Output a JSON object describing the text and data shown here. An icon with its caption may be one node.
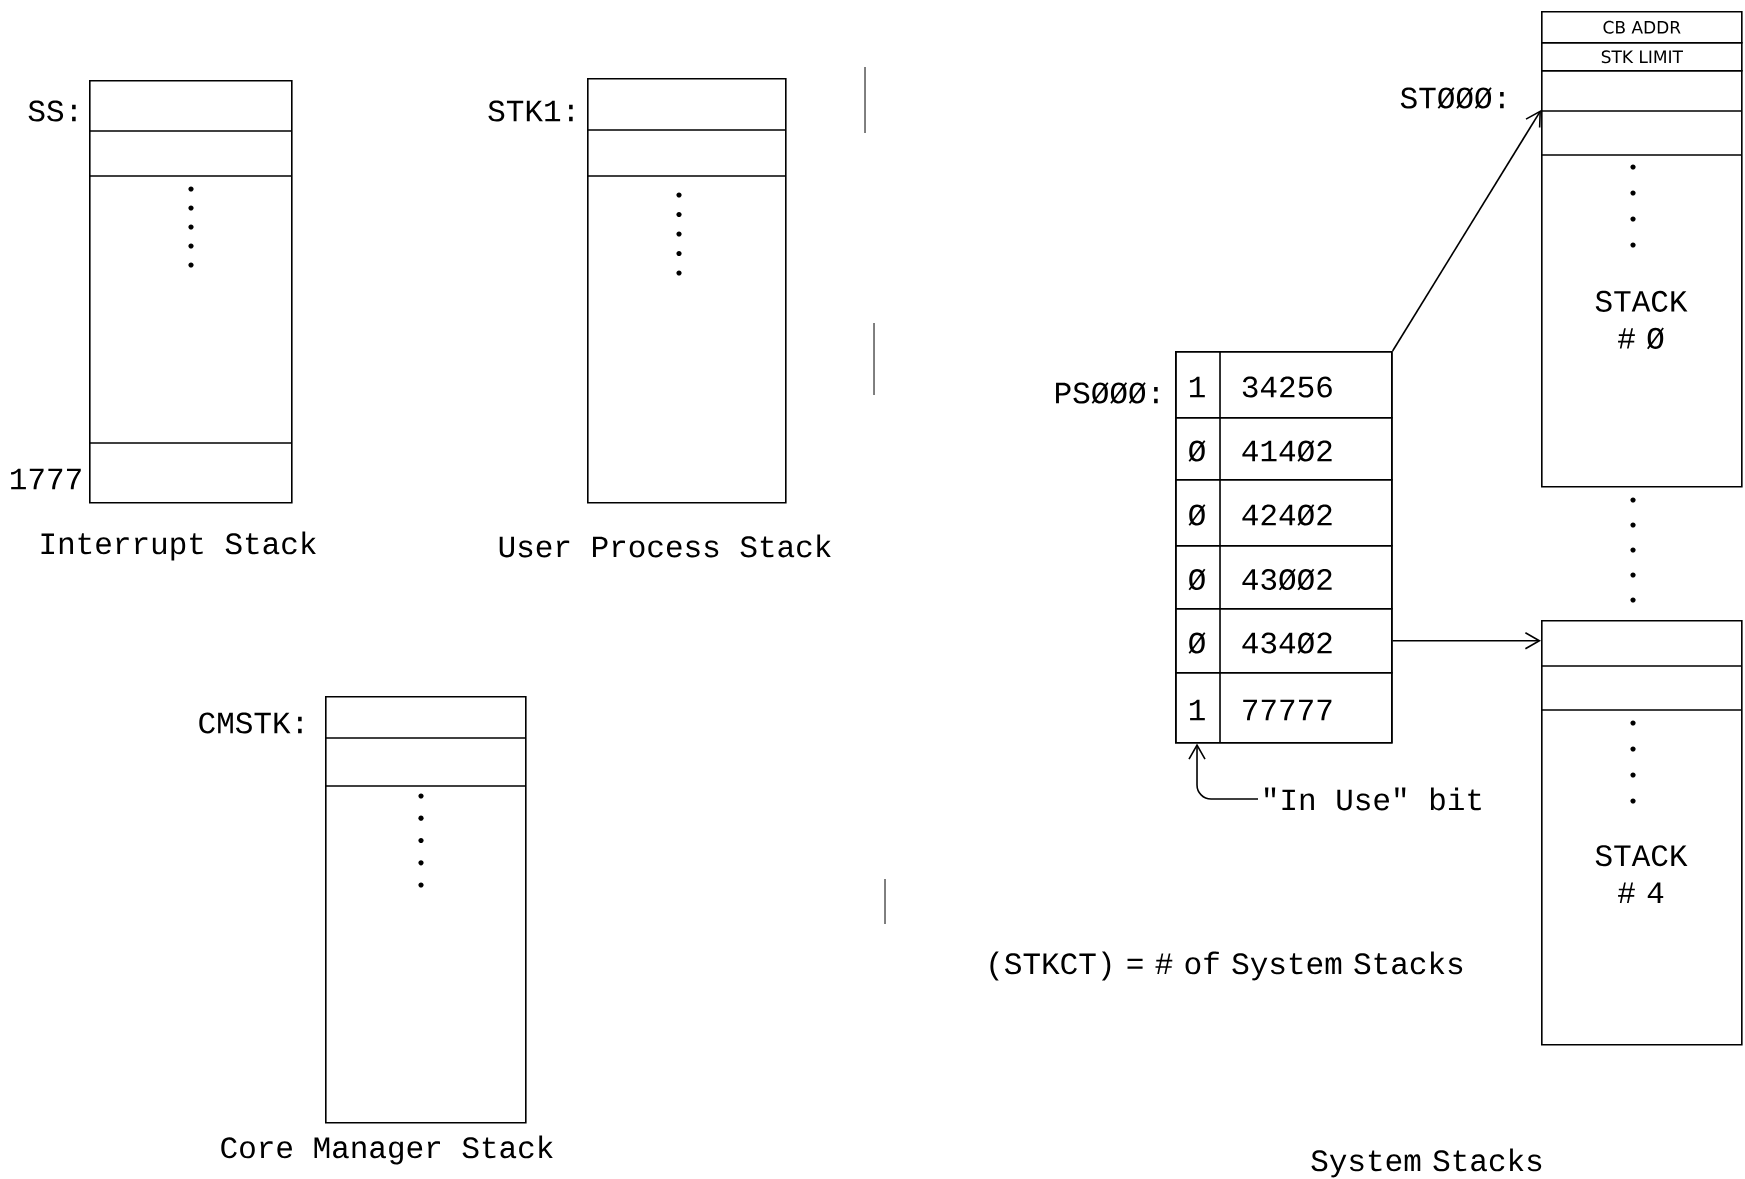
{
  "diagram": {
    "nodes": [
      {
        "text": [],
        "shape": "box",
        "beside": [
          "SS:",
          "1777",
          "Interrupt Stack"
        ]
      },
      {
        "text": [],
        "shape": "box",
        "beside": [
          "STK1:",
          "User Process Stack"
        ]
      },
      {
        "text": [],
        "shape": "box",
        "beside": [
          "CMSTK:",
          "Core Manager Stack"
        ]
      },
      {
        "text": [
          "PSØØØ:"
        ]
      },
      {
        "text": [
          "1",
          "34256"
        ],
        "in": 3
      },
      {
        "text": [
          "Ø",
          "414Ø2"
        ],
        "in": 3
      },
      {
        "text": [
          "Ø",
          "424Ø2"
        ],
        "in": 3
      },
      {
        "text": [
          "Ø",
          "43ØØ2"
        ],
        "in": 3
      },
      {
        "text": [
          "Ø",
          "434Ø2"
        ],
        "in": 3
      },
      {
        "text": [
          "1",
          "77777"
        ],
        "in": 3
      },
      {
        "text": [
          "\"In Use\" bit"
        ]
      },
      {
        "text": [
          "CB ADDR"
        ]
      },
      {
        "text": [
          "STK LIMIT"
        ]
      },
      {
        "text": [
          "STACK # Ø"
        ],
        "beside": [
          "STØØØ:"
        ]
      },
      {
        "text": [
          "STACK # 4"
        ]
      }
    ],
    "edges": [
      {
        "from": 4,
        "to": 13,
        "arrow": "to"
      },
      {
        "from": 8,
        "to": 14,
        "arrow": "to"
      },
      {
        "from": 10,
        "to": 9,
        "arrow": "to"
      }
    ],
    "labels": [
      "(STKCT) = # of System Stacks",
      "System Stacks"
    ]
  }
}
